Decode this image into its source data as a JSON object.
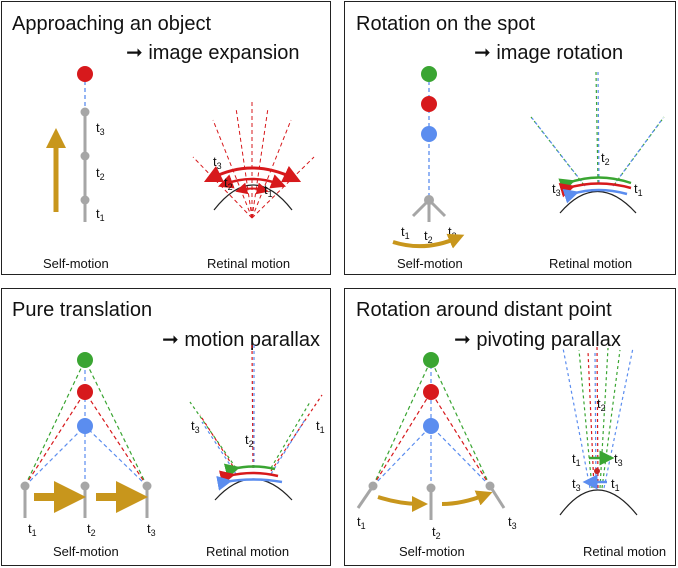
{
  "colors": {
    "red": "#d7191c",
    "green": "#3aa532",
    "blue": "#5b8def",
    "gray": "#a6a6a6",
    "gold": "#c8961c",
    "dark_red": "#c62828"
  },
  "panels": [
    {
      "title": "Approaching an object",
      "subtitle": "image expansion",
      "caption_left": "Self-motion",
      "caption_right": "Retinal motion"
    },
    {
      "title": "Rotation on the spot",
      "subtitle": "image rotation",
      "caption_left": "Self-motion",
      "caption_right": "Retinal motion"
    },
    {
      "title": "Pure translation",
      "subtitle": "motion parallax",
      "caption_left": "Self-motion",
      "caption_right": "Retinal motion"
    },
    {
      "title": "Rotation around distant point",
      "subtitle": "pivoting parallax",
      "caption_left": "Self-motion",
      "caption_right": "Retinal motion"
    }
  ],
  "arrow_glyph": "➞",
  "time_labels": [
    "t",
    "t",
    "t"
  ],
  "time_subs": [
    "1",
    "2",
    "3"
  ]
}
